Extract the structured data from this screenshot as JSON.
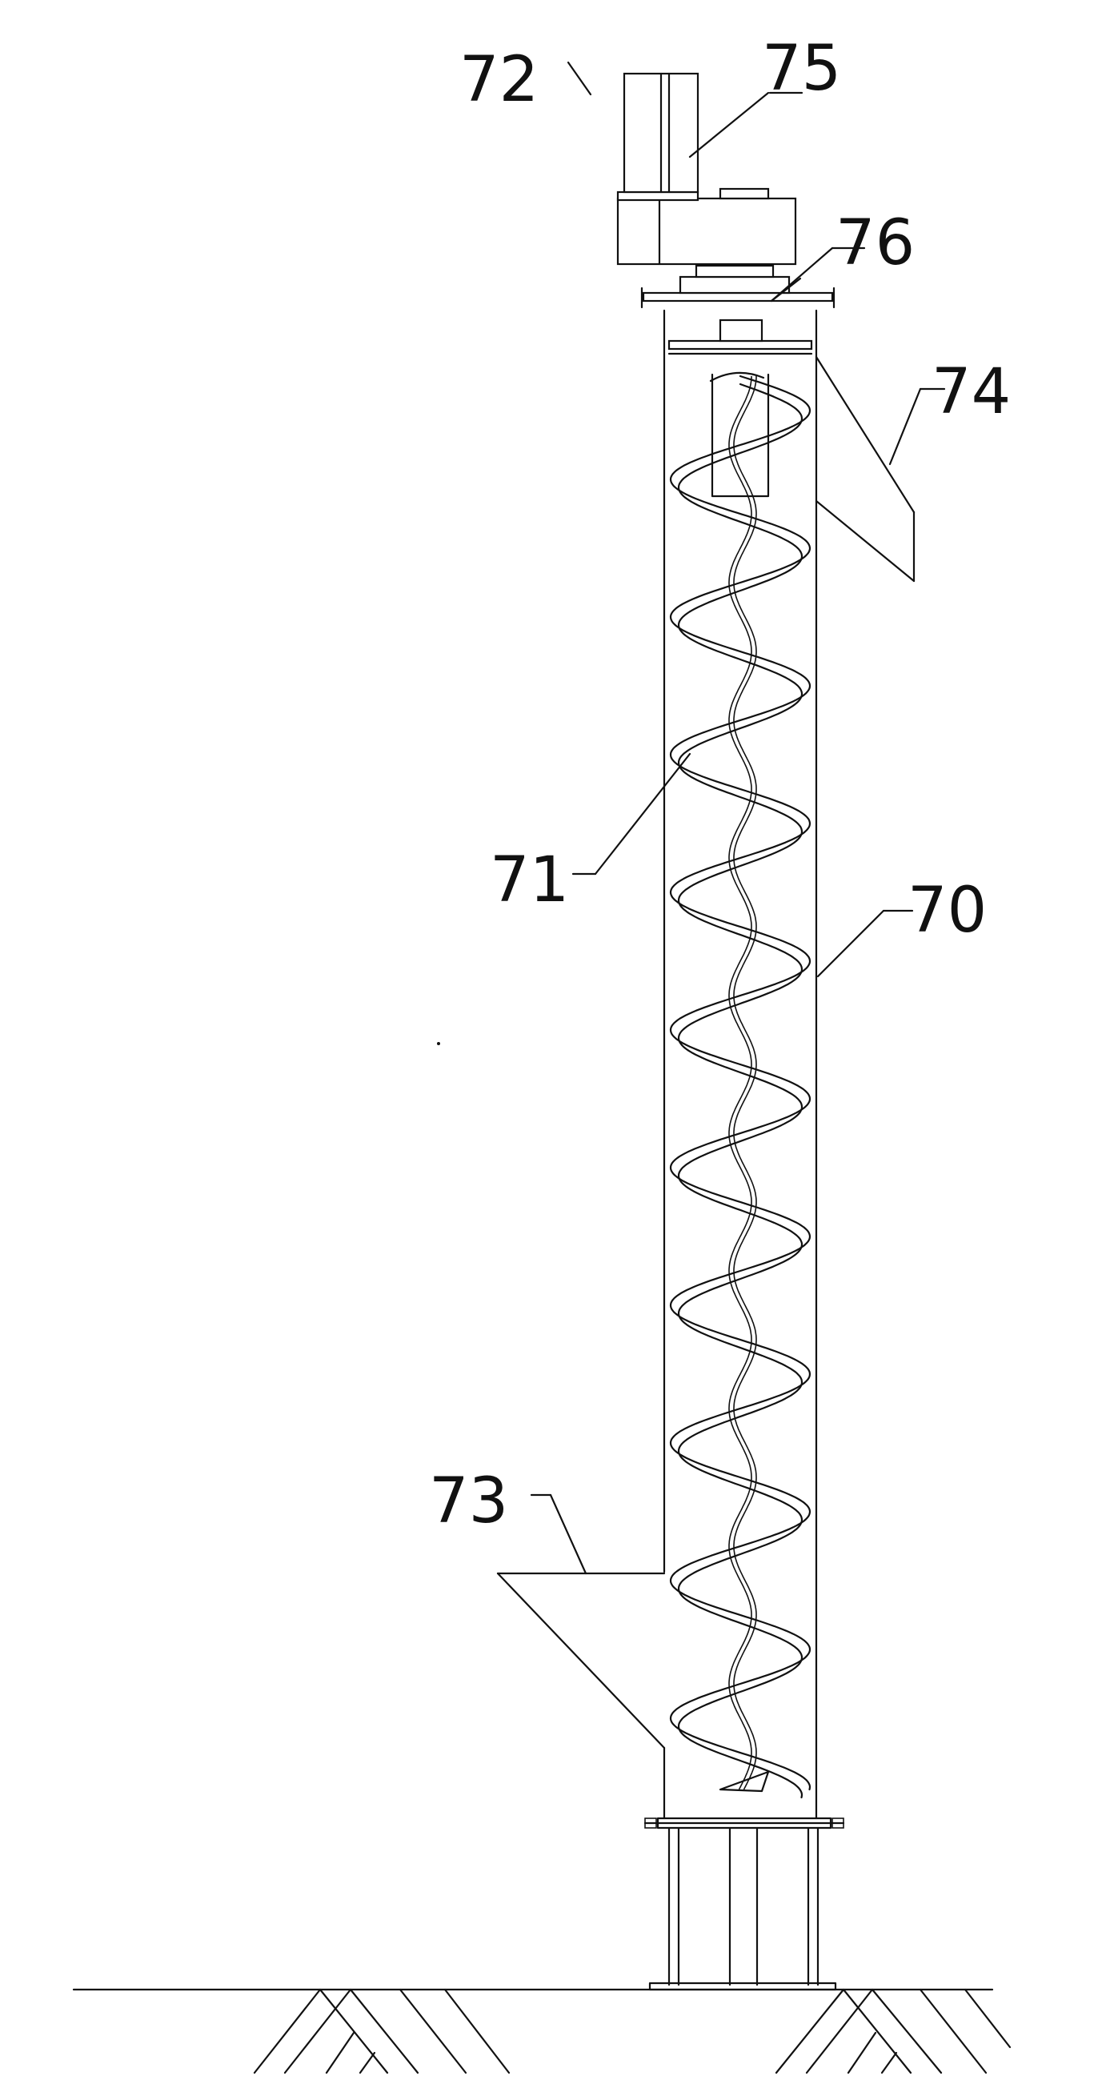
{
  "labels": {
    "conveyor_tube": "70",
    "screw_blade": "71",
    "drive_assembly": "72",
    "inlet_hopper": "73",
    "outlet_chute": "74",
    "motor": "75",
    "coupling": "76"
  },
  "colors": {
    "line": "#111111",
    "background": "#ffffff"
  }
}
